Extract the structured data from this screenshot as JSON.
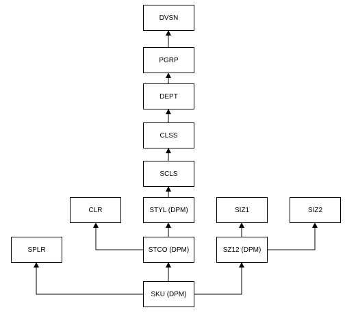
{
  "nodes": {
    "dvsn": "DVSN",
    "pgrp": "PGRP",
    "dept": "DEPT",
    "clss": "CLSS",
    "scls": "SCLS",
    "styl": "STYL (DPM)",
    "clr": "CLR",
    "siz1": "SIZ1",
    "siz2": "SIZ2",
    "splr": "SPLR",
    "stco": "STCO (DPM)",
    "sz12": "SZ12 (DPM)",
    "sku": "SKU (DPM)"
  },
  "edges": [
    {
      "from": "SKU (DPM)",
      "to": "SPLR"
    },
    {
      "from": "SKU (DPM)",
      "to": "STCO (DPM)"
    },
    {
      "from": "SKU (DPM)",
      "to": "SZ12 (DPM)"
    },
    {
      "from": "STCO (DPM)",
      "to": "CLR"
    },
    {
      "from": "STCO (DPM)",
      "to": "STYL (DPM)"
    },
    {
      "from": "SZ12 (DPM)",
      "to": "SIZ1"
    },
    {
      "from": "SZ12 (DPM)",
      "to": "SIZ2"
    },
    {
      "from": "STYL (DPM)",
      "to": "SCLS"
    },
    {
      "from": "SCLS",
      "to": "CLSS"
    },
    {
      "from": "CLSS",
      "to": "DEPT"
    },
    {
      "from": "DEPT",
      "to": "PGRP"
    },
    {
      "from": "PGRP",
      "to": "DVSN"
    }
  ],
  "colors": {
    "line": "#000000",
    "box_border": "#000000",
    "background": "#ffffff"
  }
}
